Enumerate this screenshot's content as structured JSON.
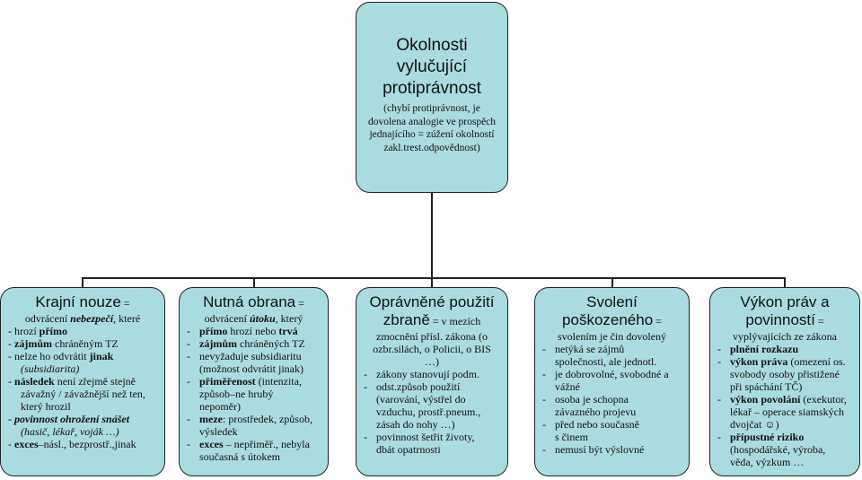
{
  "root": {
    "title": [
      "Okolnosti",
      "vylučující",
      "protiprávnost"
    ],
    "subtitle": [
      "(chybí protiprávnost, je",
      "dovolena analogie ve prospěch",
      "jednajícího = zúžení okolností",
      "zakl.trest.odpovědnost)"
    ]
  },
  "c1": {
    "head": "Krajní nouze",
    "eq": " =",
    "intro_pre": "odvrácení ",
    "intro_em": "nebezpečí",
    "intro_post": ", které",
    "l1_pre": "- hrozí ",
    "l1_b": "přímo",
    "l2_pre": "- ",
    "l2_b": "zájmům",
    "l2_post": " chráněným TZ",
    "l3_pre": "- nelze ho odvrátit ",
    "l3_b": "jinak",
    "l3_sub": "(subsidiarita)",
    "l4_pre": "- ",
    "l4_b": "následek",
    "l4_post": " není zřejmě stejně",
    "l4_c2": "závažný / závažnější než ten,",
    "l4_c3": "který hrozil",
    "l5_pre": "- ",
    "l5_bi": "povinnost ohrožení snášet",
    "l5_c": "(hasič, lékař, voják …)",
    "l6_pre": "- ",
    "l6_b": "exces",
    "l6_post": "–násl., bezprostř.,jinak"
  },
  "c2": {
    "head": "Nutná obrana",
    "eq": " =",
    "intro_pre": "odvrácení ",
    "intro_em": "útoku",
    "intro_post": ", který",
    "items": [
      {
        "b": "přímo",
        "post": " hrozí nebo ",
        "b2": "trvá"
      },
      {
        "b": "zájmům",
        "post": " chráněných TZ"
      },
      {
        "pre": "nevyžaduje subsidiaritu",
        "c": "(možnost odvrátit jinak)"
      },
      {
        "b": "přiměřenost",
        "post": " (intenzita,",
        "c": "způsob–ne hrubý",
        "c2": "nepoměr)"
      },
      {
        "b": "meze",
        "post": ": prostředek, způsob,",
        "c": "výsledek"
      },
      {
        "b": "exces",
        "post": " – nepřiměř., nebyla",
        "c": "současná s útokem"
      }
    ]
  },
  "c3": {
    "head1": "Oprávněné použití",
    "head2": "zbraně",
    "eq": " = v mezích",
    "l1": "zmocnění přísl. zákona (o",
    "l2": "ozbr.silách, o Policii, o BIS",
    "l3": "…)",
    "items": [
      {
        "t": "zákony stanovují podm."
      },
      {
        "t": "odst.způsob použití",
        "c": "(varování, výstřel do",
        "c2": "vzduchu, prostř.pneum.,",
        "c3": "zásah do nohy …)"
      },
      {
        "t": "povinnost šetřit životy,",
        "c": "dbát opatrnosti"
      }
    ]
  },
  "c4": {
    "head1": "Svolení",
    "head2": "poškozeného",
    "eq": " =",
    "l1": "svolením je čin dovolený",
    "items": [
      {
        "t": "netýká se zájmů",
        "c": "společnosti, ale jednotl."
      },
      {
        "t": "je dobrovolné, svobodné a",
        "c": "vážné"
      },
      {
        "t": "osoba je schopna",
        "c": "závazného projevu"
      },
      {
        "t": "před nebo současně",
        "c": "s činem"
      },
      {
        "t": "nemusí být výslovné"
      }
    ]
  },
  "c5": {
    "head1": "Výkon práv a",
    "head2": "povinností",
    "eq": " =",
    "l1": "vyplývajících ze zákona",
    "items": [
      {
        "b": "plnění rozkazu"
      },
      {
        "b": "výkon práva",
        "post": " (omezení os.",
        "c": "svobody osoby přistižené",
        "c2": "při spáchání TČ)"
      },
      {
        "b": "výkon povolání",
        "post": " (exekutor,",
        "c": "lékař – operace siamských",
        "c2": "dvojčat ☺)"
      },
      {
        "b": "přípustné riziko",
        "c": "(hospodářské, výroba,",
        "c2": "věda, výzkum …"
      }
    ]
  }
}
